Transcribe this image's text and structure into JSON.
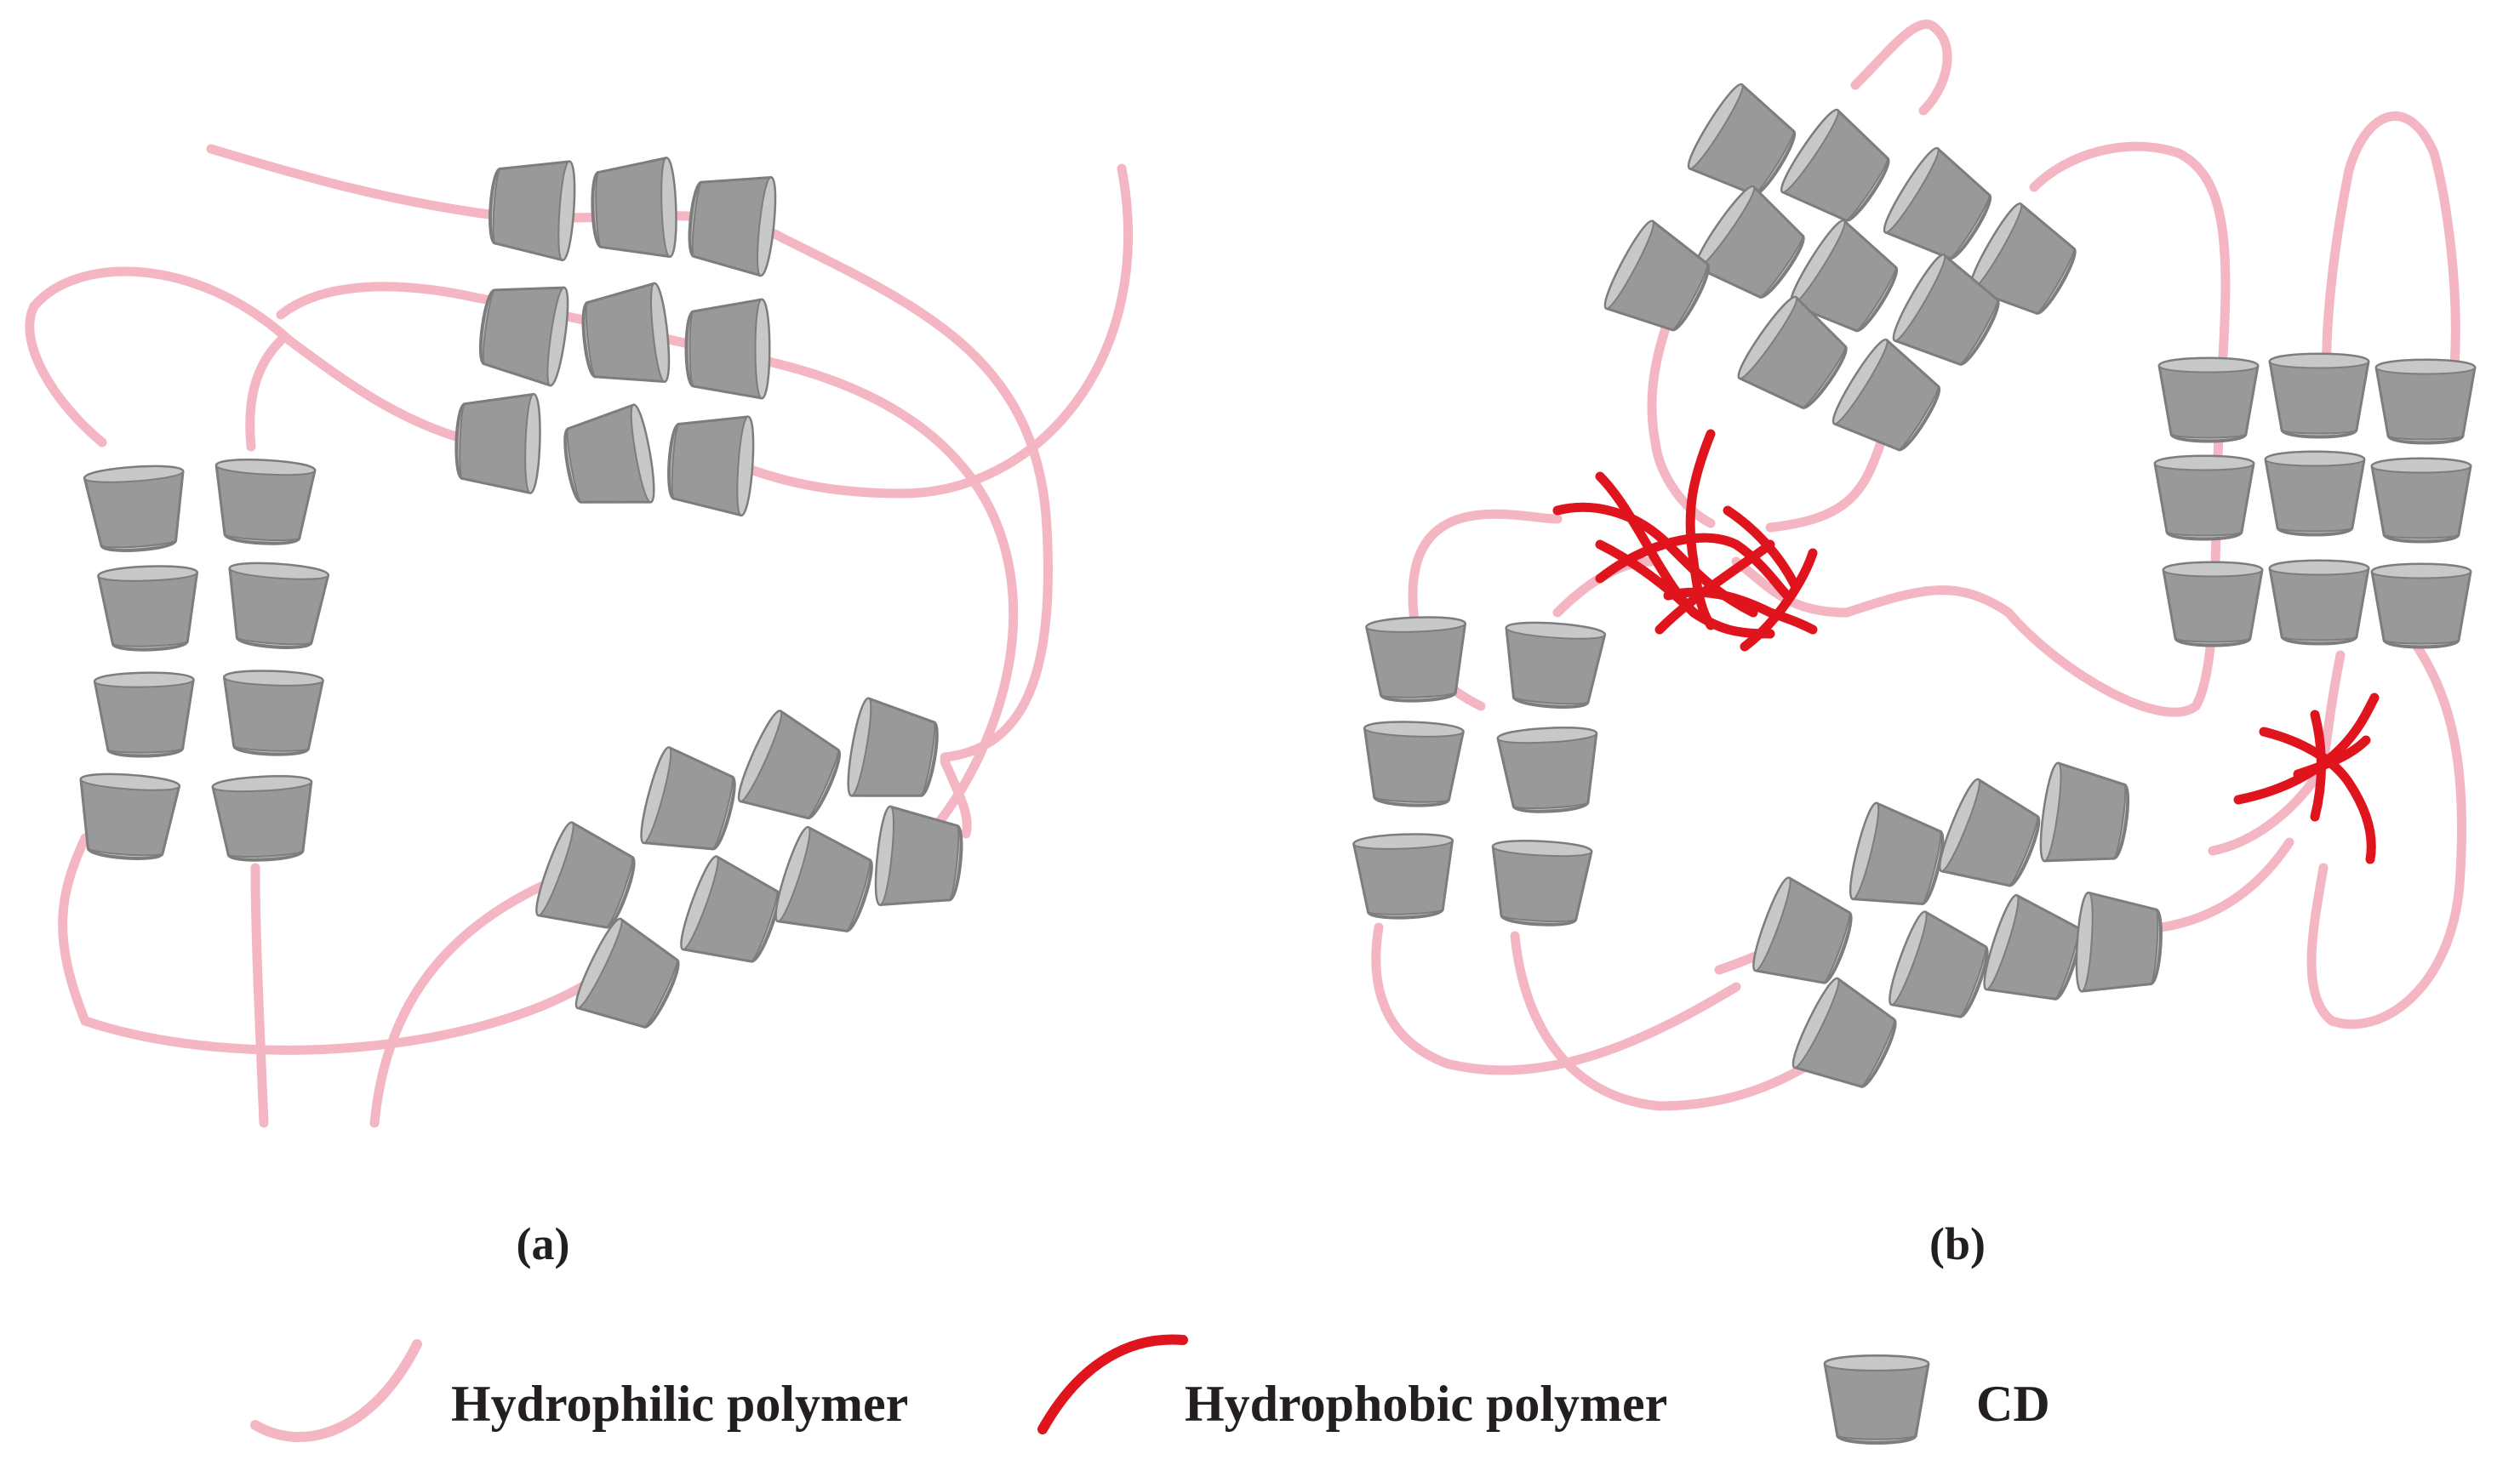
{
  "panels": [
    {
      "id": "a",
      "label": "(a)"
    },
    {
      "id": "b",
      "label": "(b)"
    }
  ],
  "legend": [
    {
      "icon": "hydrophilic-polymer-icon",
      "label": "Hydrophilic polymer"
    },
    {
      "icon": "hydrophobic-polymer-icon",
      "label": "Hydrophobic polymer"
    },
    {
      "icon": "cd-icon",
      "label": "CD"
    }
  ],
  "colors": {
    "hydrophilic": "#f4b6c2",
    "hydrophobic": "#e0141c",
    "cd_body": "#999999",
    "cd_highlight": "#c8c8c8",
    "cd_outline": "#7d7d7d",
    "text": "#231f20"
  }
}
